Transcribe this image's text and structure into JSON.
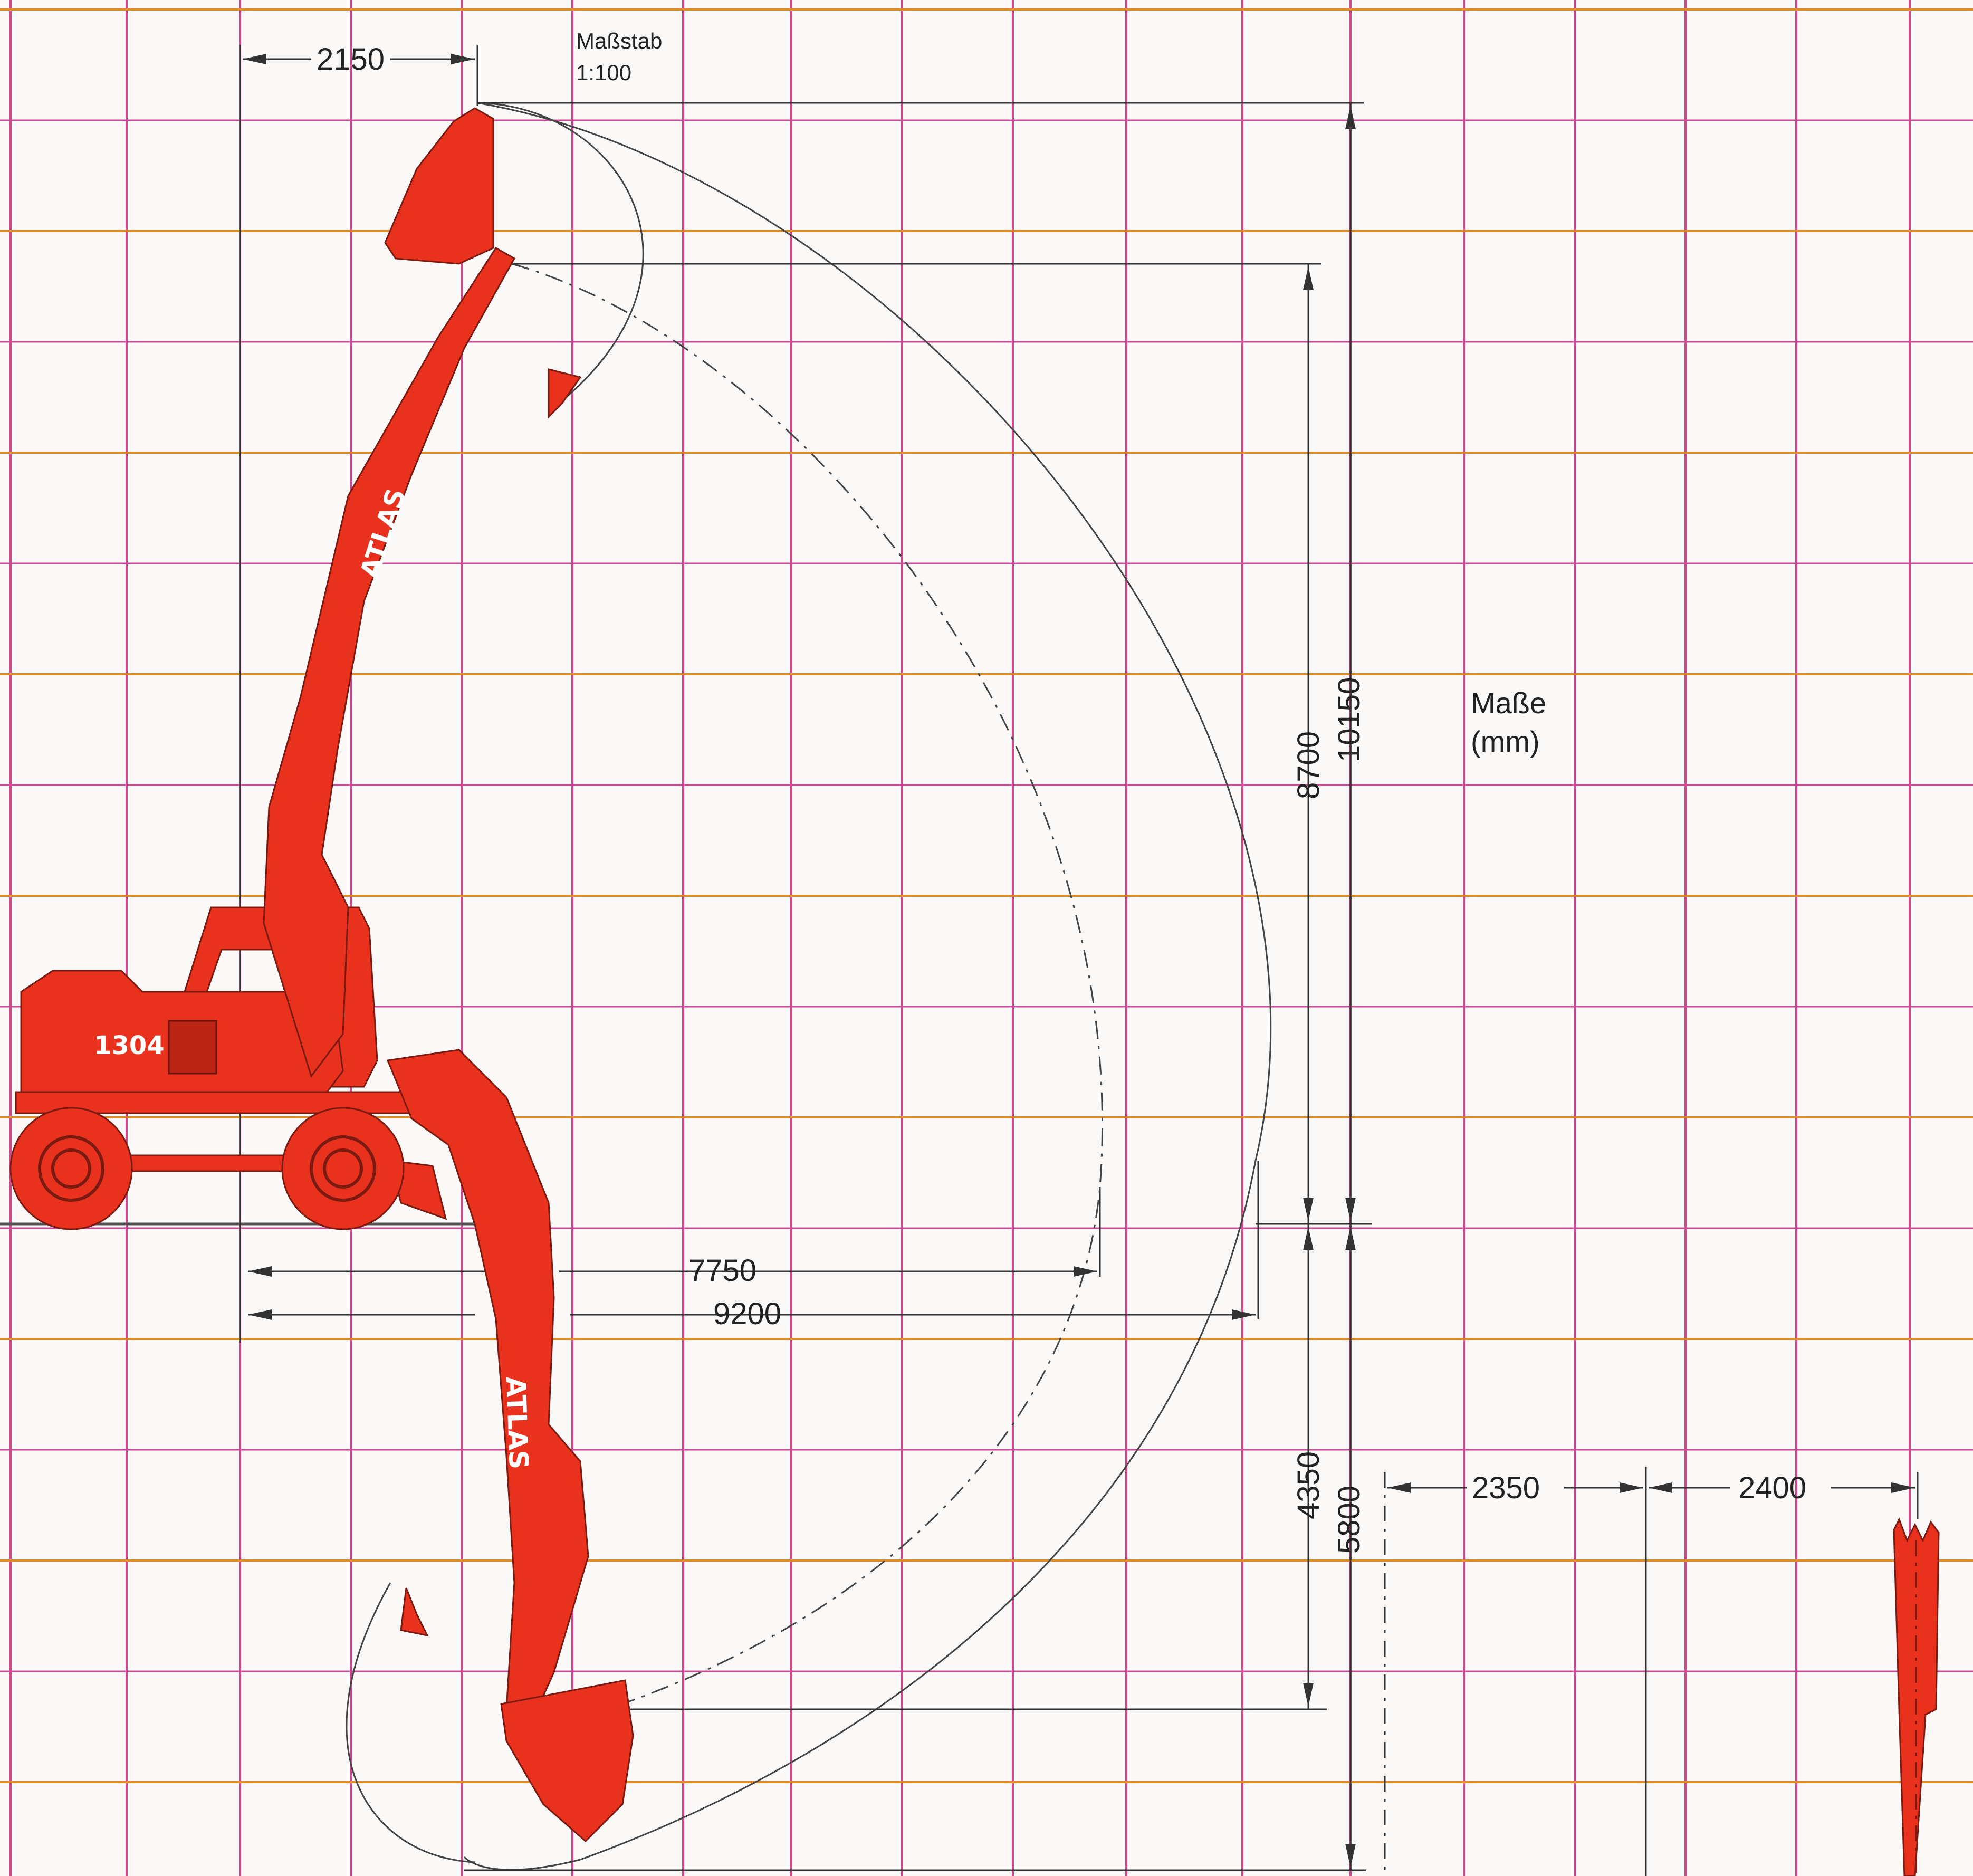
{
  "scale": {
    "label": "Maßstab",
    "value": "1:100"
  },
  "units": {
    "label": "Maße",
    "unit": "(mm)"
  },
  "machine": {
    "model": "1304",
    "brand": "ATLAS"
  },
  "dimensions": {
    "top_offset": "2150",
    "reach_ground_level": "7750",
    "max_reach": "9200",
    "dump_height": "8700",
    "max_height": "10150",
    "dig_depth": "4350",
    "max_depth": "5800",
    "width_a": "2350",
    "width_b": "2400"
  },
  "colors": {
    "machine": "#e8321e",
    "grid_vertical": "#d2468c",
    "grid_horizontal": "#e18a2a",
    "lines": "#333333"
  }
}
